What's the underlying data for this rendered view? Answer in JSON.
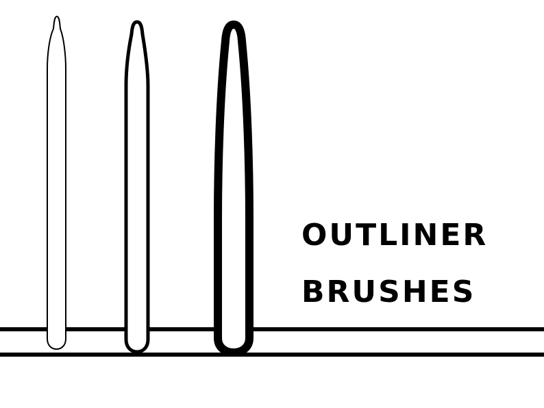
{
  "title": {
    "line1": "OUTLINER",
    "line2": "BRUSHES"
  },
  "brushes": [
    {
      "name": "thin outliner brush",
      "weight": "thin"
    },
    {
      "name": "medium outliner brush",
      "weight": "medium"
    },
    {
      "name": "thick outliner brush",
      "weight": "thick"
    }
  ],
  "colors": {
    "background": "#ffffff",
    "ink": "#000000"
  }
}
